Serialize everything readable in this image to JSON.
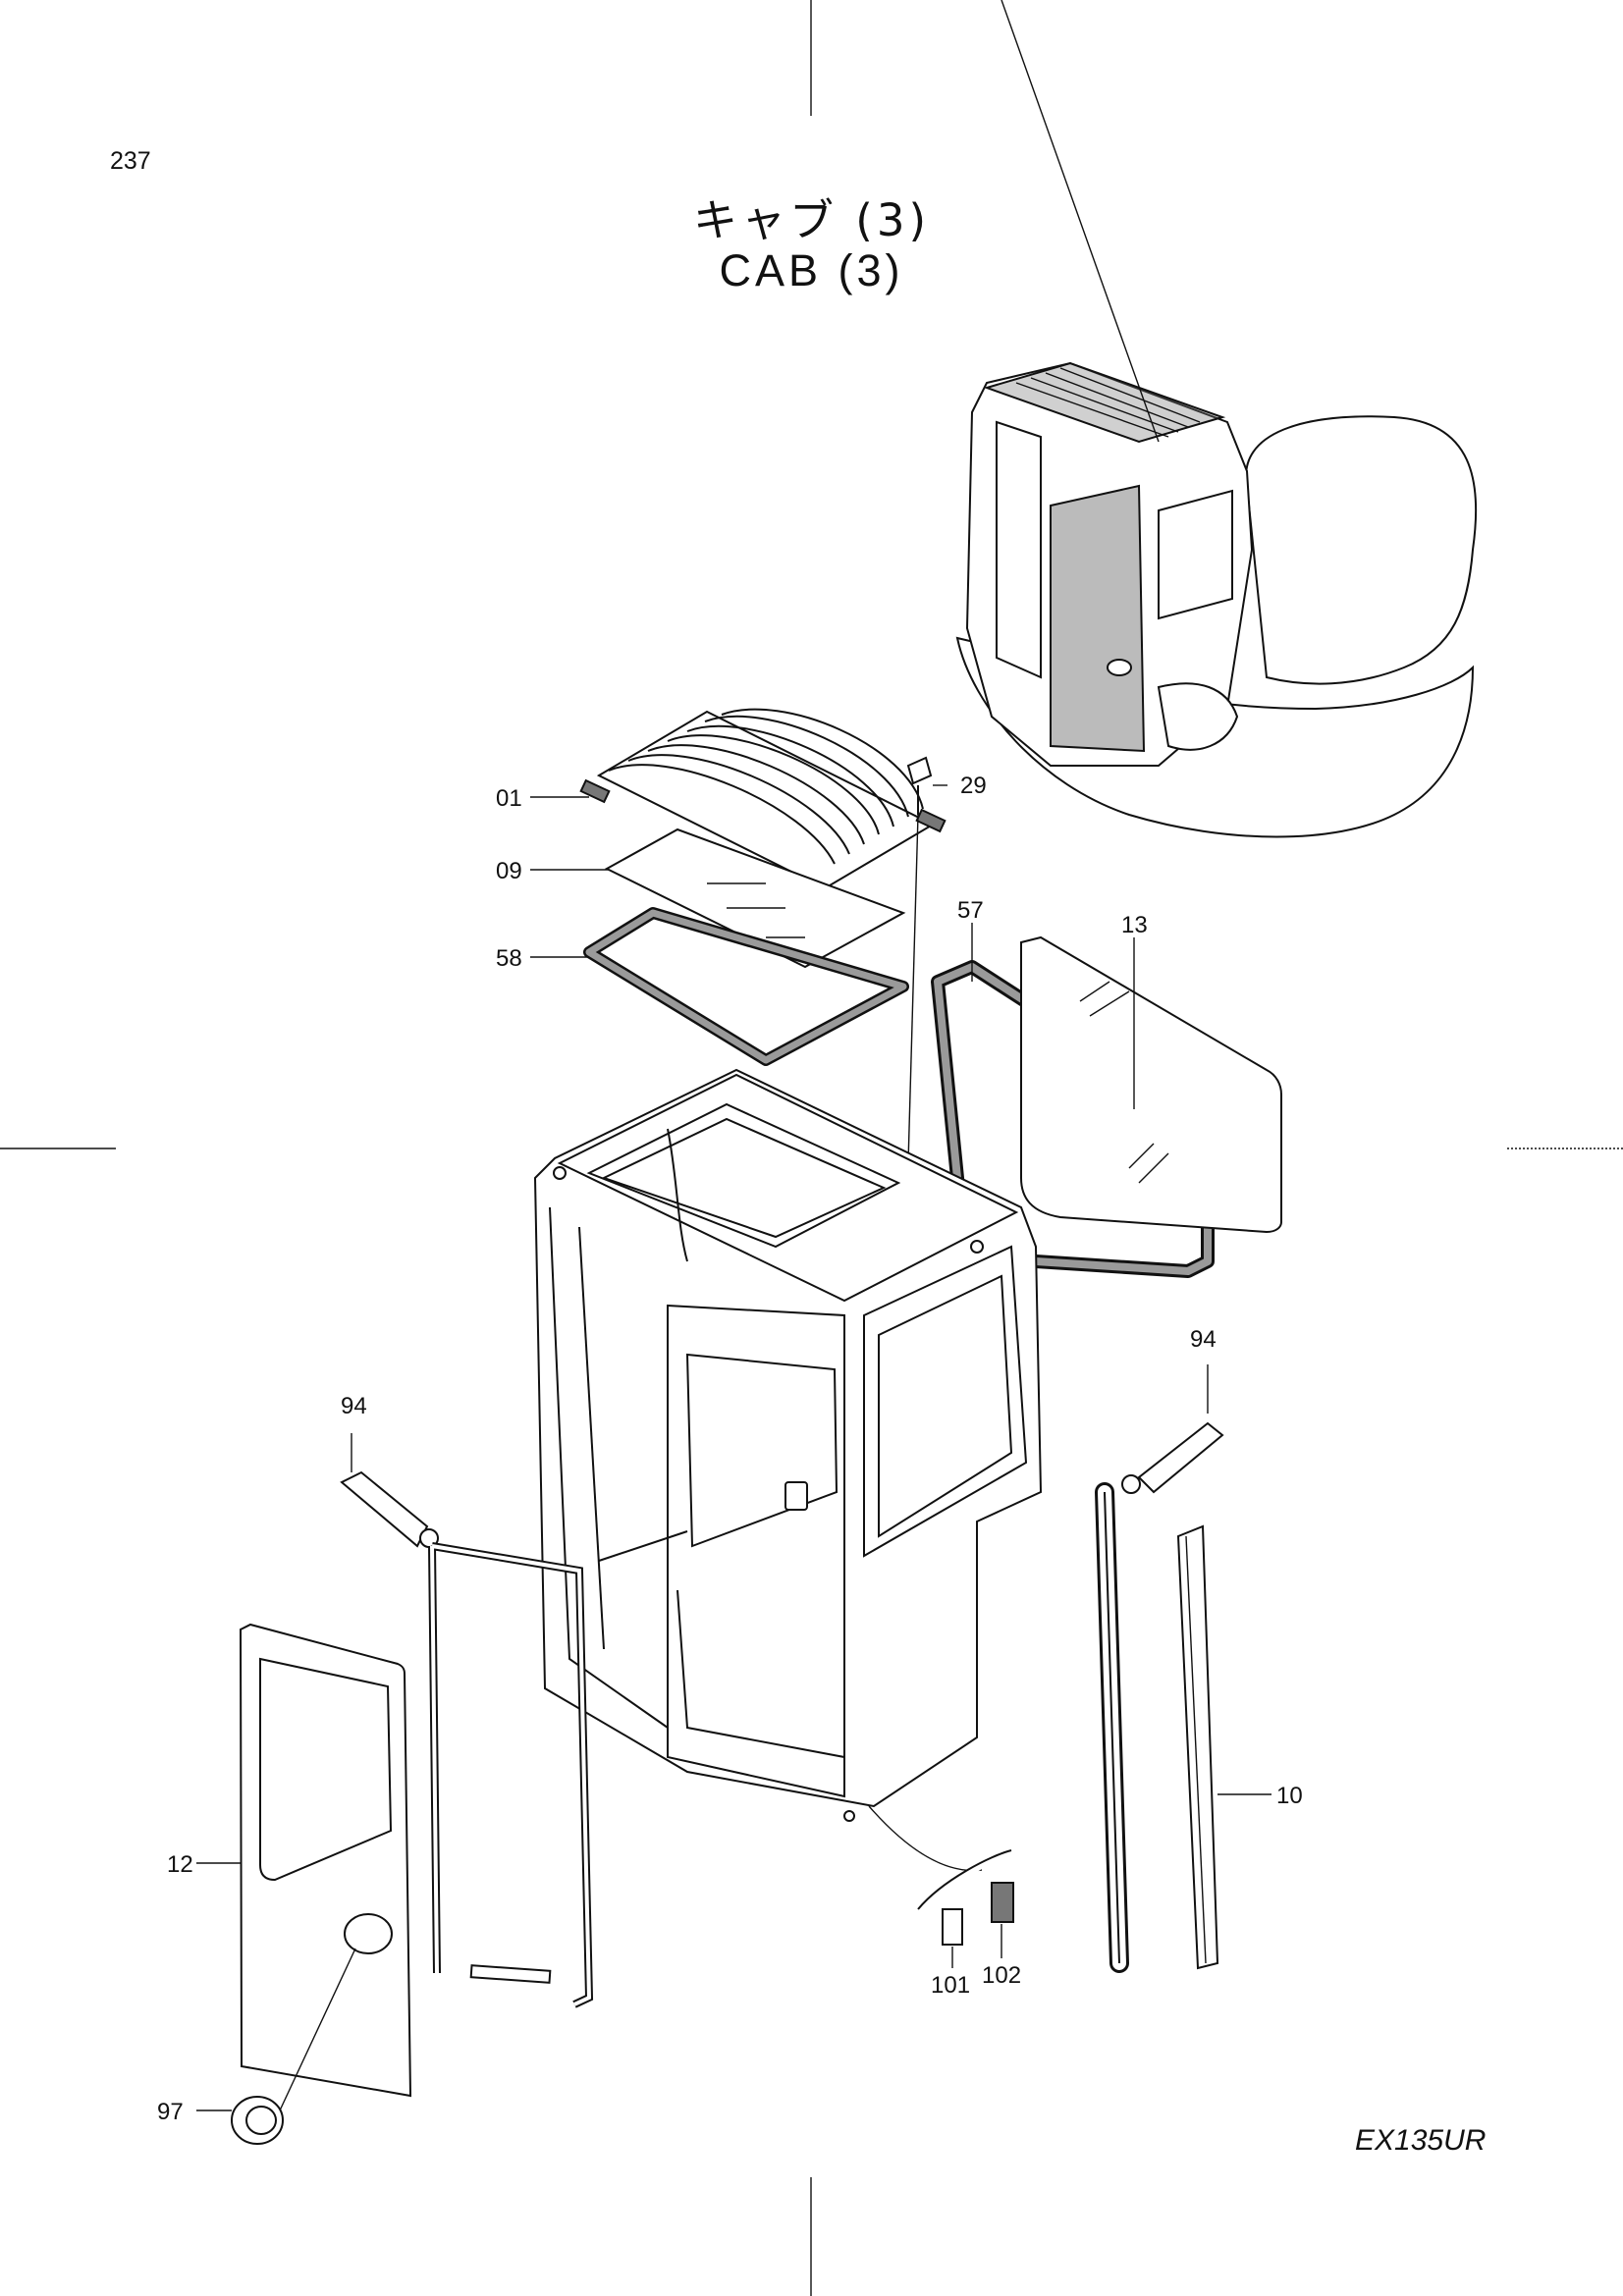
{
  "page": {
    "number": "237",
    "title_jp": "キャブ (3)",
    "title_en": "CAB (3)",
    "model": "EX135UR"
  },
  "callouts": [
    {
      "id": "c01",
      "label": "01"
    },
    {
      "id": "c09",
      "label": "09"
    },
    {
      "id": "c58",
      "label": "58"
    },
    {
      "id": "c29",
      "label": "29"
    },
    {
      "id": "c57",
      "label": "57"
    },
    {
      "id": "c13",
      "label": "13"
    },
    {
      "id": "c94a",
      "label": "94"
    },
    {
      "id": "c94b",
      "label": "94"
    },
    {
      "id": "c12",
      "label": "12"
    },
    {
      "id": "c10",
      "label": "10"
    },
    {
      "id": "c101",
      "label": "101"
    },
    {
      "id": "c102",
      "label": "102"
    },
    {
      "id": "c97",
      "label": "97"
    }
  ]
}
